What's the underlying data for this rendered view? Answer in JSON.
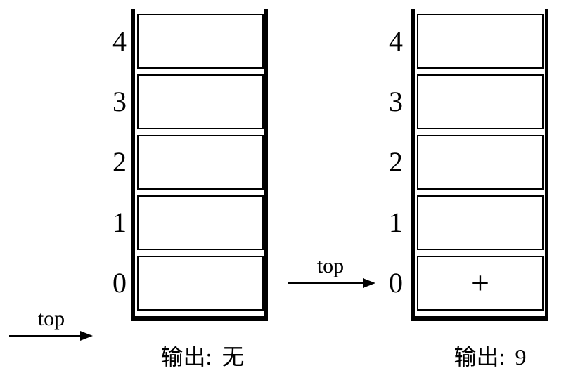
{
  "colors": {
    "ink": "#000000",
    "background": "#ffffff"
  },
  "left_stack": {
    "slots": [
      {
        "index": "4",
        "content": ""
      },
      {
        "index": "3",
        "content": ""
      },
      {
        "index": "2",
        "content": ""
      },
      {
        "index": "1",
        "content": ""
      },
      {
        "index": "0",
        "content": ""
      }
    ],
    "top_pointer_label": "top",
    "output_label": "输出:",
    "output_value": "无"
  },
  "right_stack": {
    "slots": [
      {
        "index": "4",
        "content": ""
      },
      {
        "index": "3",
        "content": ""
      },
      {
        "index": "2",
        "content": ""
      },
      {
        "index": "1",
        "content": ""
      },
      {
        "index": "0",
        "content": "+"
      }
    ],
    "top_pointer_label": "top",
    "output_label": "输出:",
    "output_value": "9"
  }
}
